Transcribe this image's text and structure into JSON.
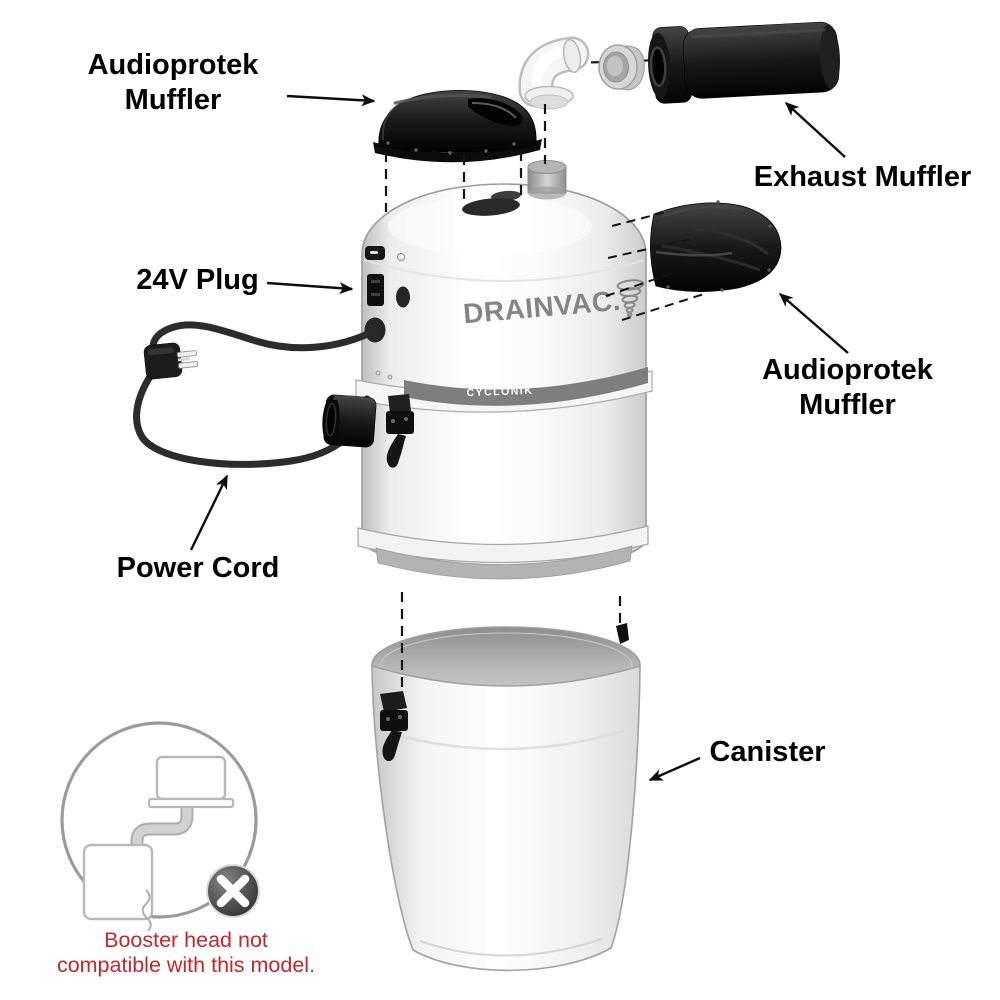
{
  "brand": {
    "logo_text": "DRAINVAC.",
    "band_text": "CYCLONIK"
  },
  "callouts": {
    "audioprotek_top": {
      "lines": [
        "Audioprotek",
        "Muffler"
      ]
    },
    "exhaust_muffler": {
      "lines": [
        "Exhaust Muffler"
      ]
    },
    "plug_24v": {
      "lines": [
        "24V Plug"
      ]
    },
    "audioprotek_side": {
      "lines": [
        "Audioprotek",
        "Muffler"
      ]
    },
    "power_cord": {
      "lines": [
        "Power Cord"
      ]
    },
    "canister": {
      "lines": [
        "Canister"
      ]
    }
  },
  "notice": {
    "lines": [
      "Booster head not",
      "compatible with this model."
    ],
    "color": "#c1272d"
  },
  "colors": {
    "label_text": "#000000",
    "brand_gray": "#858585",
    "band_gray": "#7e7e7e",
    "part_black": "#141414",
    "outline_gray": "#9b9b9b"
  }
}
